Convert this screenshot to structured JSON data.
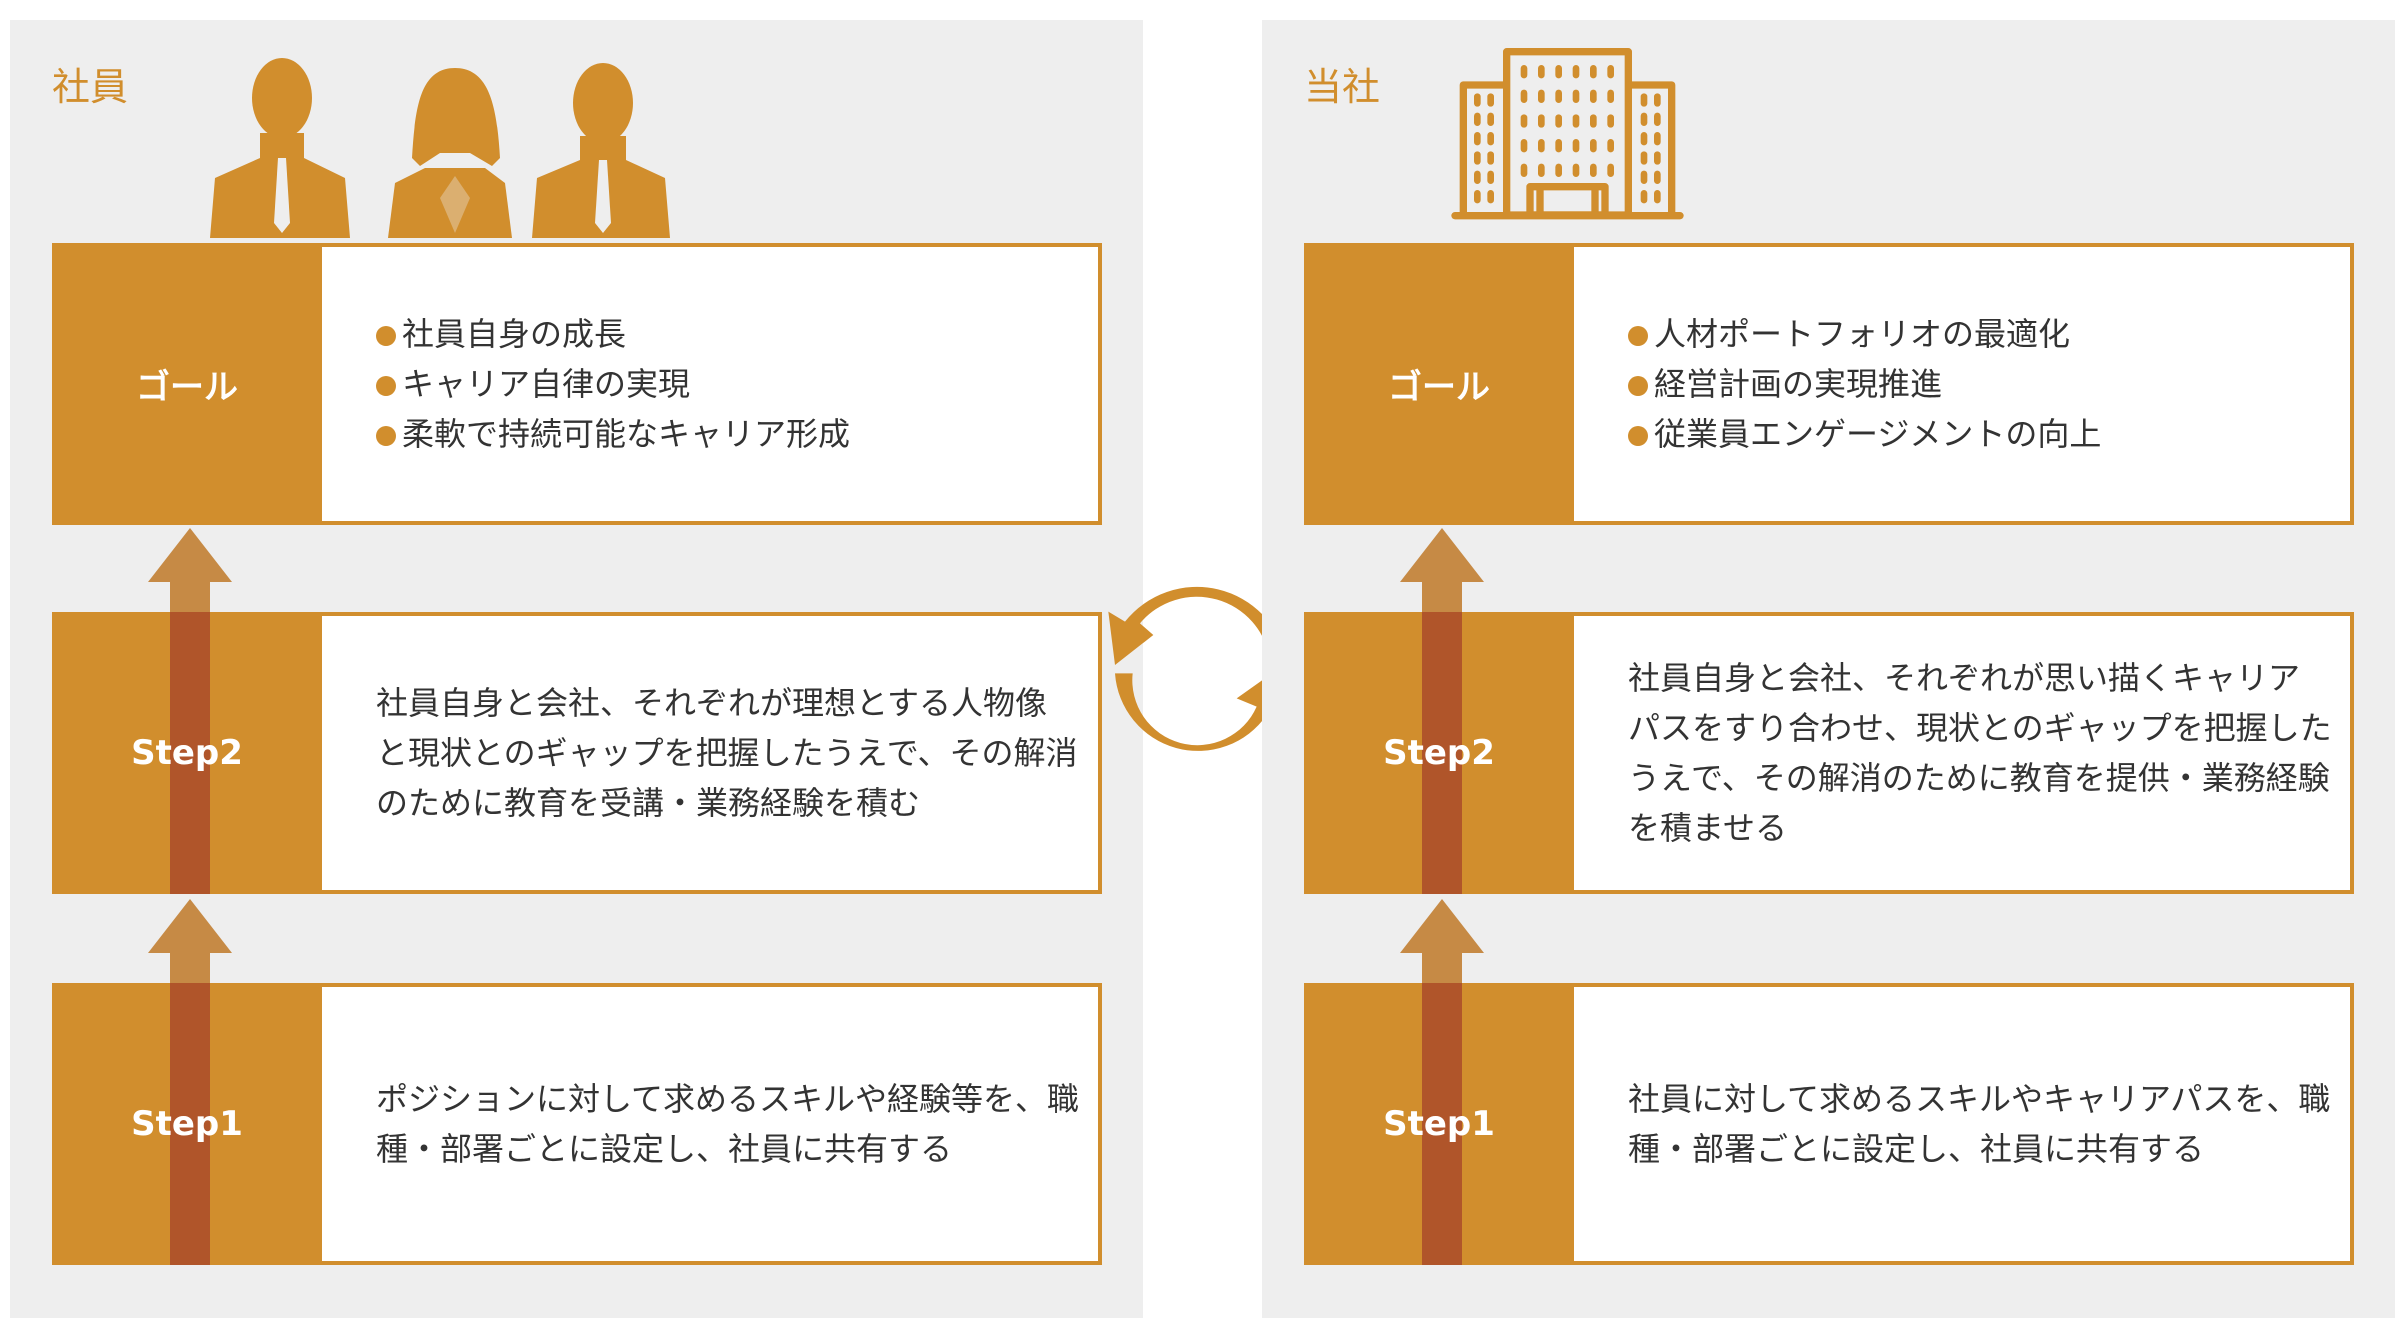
{
  "employee": {
    "title": "社員",
    "goal": {
      "label": "ゴール",
      "items": [
        "社員自身の成長",
        "キャリア自律の実現",
        "柔軟で持続可能なキャリア形成"
      ]
    },
    "step2": {
      "label": "Step2",
      "lines": [
        "社員自身と会社、それぞれが理想とする人物像",
        "と現状とのギャップを把握したうえで、その解消",
        "のために教育を受講・業務経験を積む"
      ]
    },
    "step1": {
      "label": "Step1",
      "lines": [
        "ポジションに対して求めるスキルや経験等を、職",
        "種・部署ごとに設定し、社員に共有する"
      ]
    }
  },
  "company": {
    "title": "当社",
    "goal": {
      "label": "ゴール",
      "items": [
        "人材ポートフォリオの最適化",
        "経営計画の実現推進",
        "従業員エンゲージメントの向上"
      ]
    },
    "step2": {
      "label": "Step2",
      "lines": [
        "社員自身と会社、それぞれが思い描くキャリア",
        "パスをすり合わせ、現状とのギャップを把握した",
        "うえで、その解消のために教育を提供・業務経験",
        "を積ませる"
      ]
    },
    "step1": {
      "label": "Step1",
      "lines": [
        "社員に対して求めるスキルやキャリアパスを、職",
        "種・部署ごとに設定し、社員に共有する"
      ]
    }
  },
  "colors": {
    "accent": "#d18e2d",
    "arrow_dark": "#b0552a",
    "arrow_light": "#c68a45",
    "panel_bg": "#eeeeee"
  }
}
